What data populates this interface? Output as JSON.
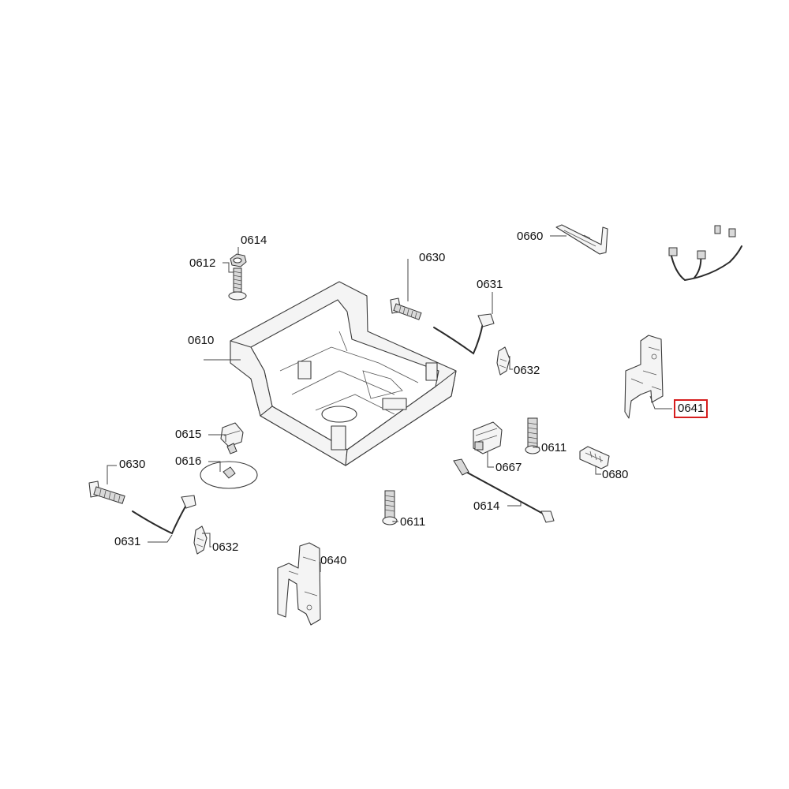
{
  "highlight_color": "#d61e1e",
  "callouts": [
    {
      "key": "c0614a",
      "text": "0614"
    },
    {
      "key": "c0612",
      "text": "0612"
    },
    {
      "key": "c0610",
      "text": "0610"
    },
    {
      "key": "c0630a",
      "text": "0630"
    },
    {
      "key": "c0631a",
      "text": "0631"
    },
    {
      "key": "c0632a",
      "text": "0632"
    },
    {
      "key": "c0660",
      "text": "0660"
    },
    {
      "key": "c0641",
      "text": "0641"
    },
    {
      "key": "c0615",
      "text": "0615"
    },
    {
      "key": "c0616",
      "text": "0616"
    },
    {
      "key": "c0630b",
      "text": "0630"
    },
    {
      "key": "c0631b",
      "text": "0631"
    },
    {
      "key": "c0632b",
      "text": "0632"
    },
    {
      "key": "c0611a",
      "text": "0611"
    },
    {
      "key": "c0667",
      "text": "0667"
    },
    {
      "key": "c0614b",
      "text": "0614"
    },
    {
      "key": "c0680",
      "text": "0680"
    },
    {
      "key": "c0611b",
      "text": "0611"
    },
    {
      "key": "c0640",
      "text": "0640"
    }
  ]
}
